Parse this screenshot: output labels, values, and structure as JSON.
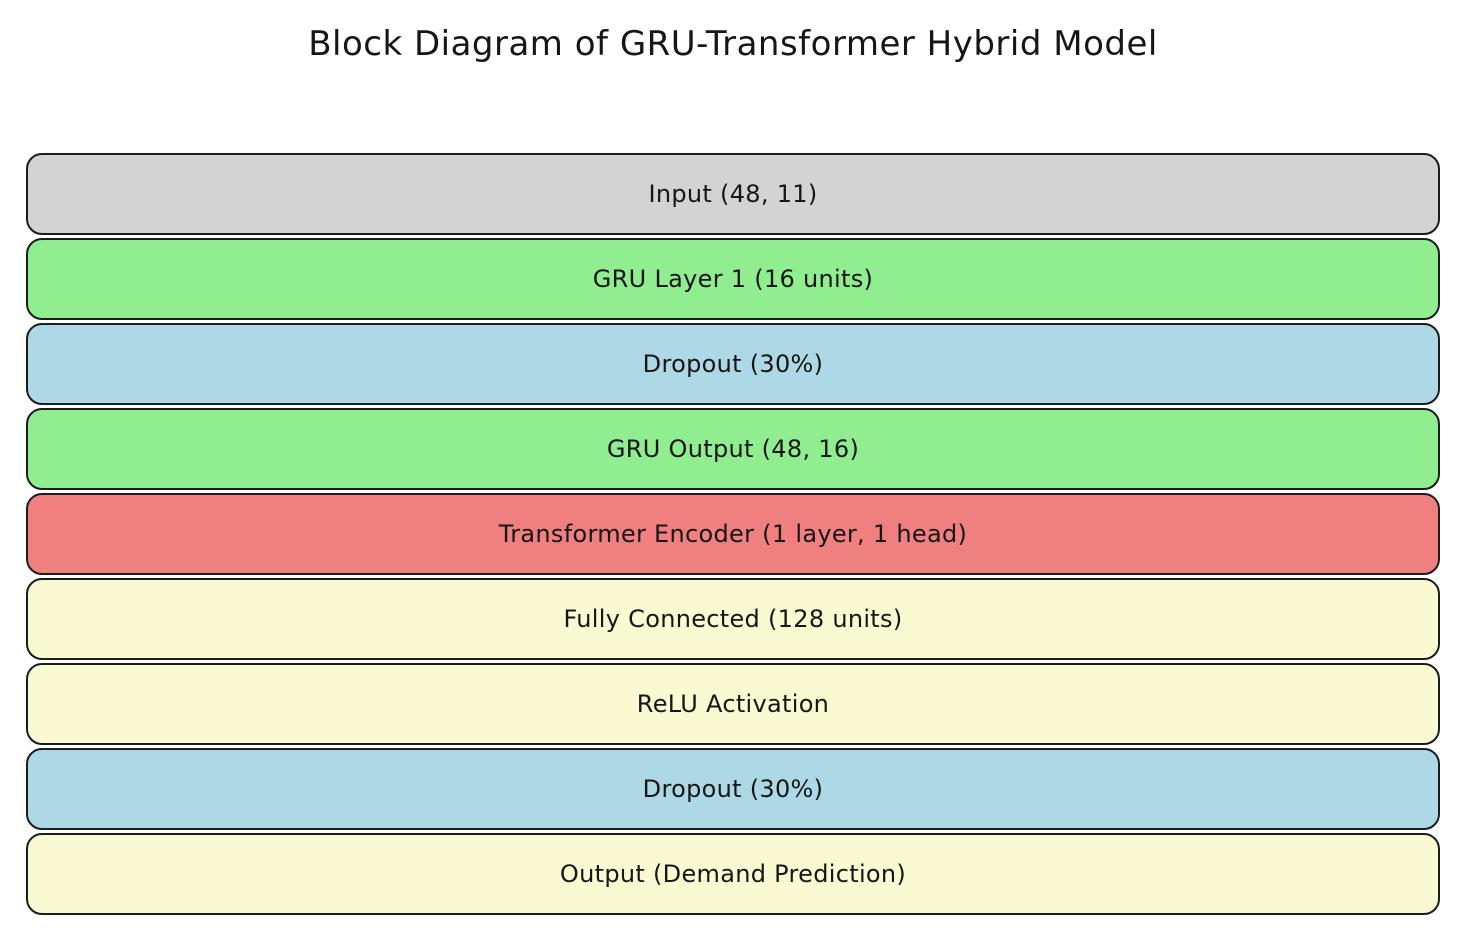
{
  "title": "Block Diagram of GRU-Transformer Hybrid Model",
  "colors": {
    "background": "#ffffff",
    "border": "#1c1c1c",
    "text": "#161616",
    "gray": "#d3d3d3",
    "green": "#90ee90",
    "blue": "#add8e6",
    "coral": "#f08080",
    "cream": "#fafad2"
  },
  "blocks": [
    {
      "label": "Input (48, 11)",
      "fill": "#d3d3d3"
    },
    {
      "label": "GRU Layer 1 (16 units)",
      "fill": "#90ee90"
    },
    {
      "label": "Dropout (30%)",
      "fill": "#add8e6"
    },
    {
      "label": "GRU Output (48, 16)",
      "fill": "#90ee90"
    },
    {
      "label": "Transformer Encoder (1 layer, 1 head)",
      "fill": "#f08080"
    },
    {
      "label": "Fully Connected (128 units)",
      "fill": "#fafad2"
    },
    {
      "label": "ReLU Activation",
      "fill": "#fafad2"
    },
    {
      "label": "Dropout (30%)",
      "fill": "#add8e6"
    },
    {
      "label": "Output (Demand Prediction)",
      "fill": "#fafad2"
    }
  ]
}
